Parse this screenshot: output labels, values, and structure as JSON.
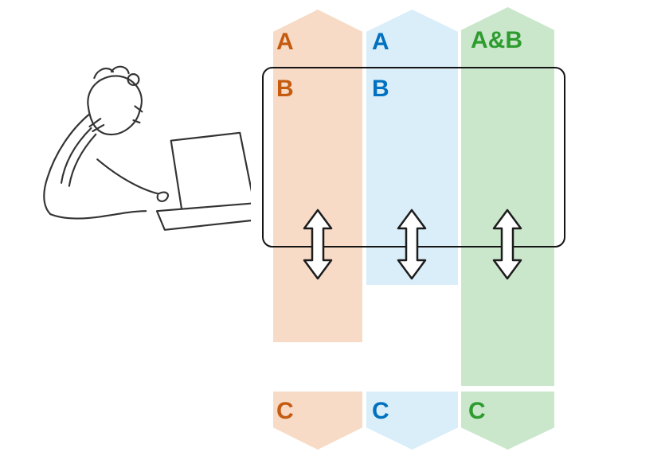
{
  "columns": [
    {
      "key": "left-orange",
      "header_label": "A",
      "middle_label": "B",
      "footer_label": "C",
      "fill_color": "#f7dbc6",
      "label_color": "#c55a11"
    },
    {
      "key": "center-blue",
      "header_label": "A",
      "middle_label": "B",
      "footer_label": "C",
      "fill_color": "#d9eef8",
      "label_color": "#0070c0"
    },
    {
      "key": "right-green",
      "header_label": "A&B",
      "middle_label": "",
      "footer_label": "C",
      "fill_color": "#cae7cc",
      "label_color": "#2e9b2f"
    }
  ],
  "frame": {
    "border_color": "#151515"
  },
  "arrows": {
    "count": 3,
    "fill": "#ffffff",
    "stroke": "#1c1c1c"
  },
  "illustration": {
    "name": "person-thinking-at-laptop",
    "stroke_color": "#333333"
  }
}
